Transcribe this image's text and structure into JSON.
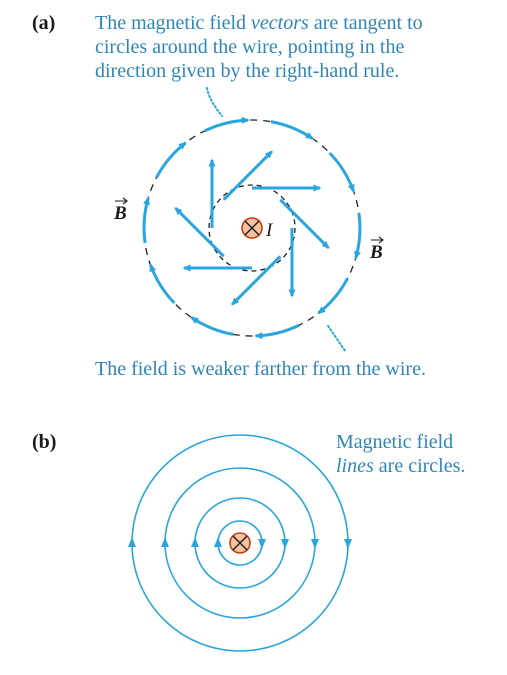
{
  "colors": {
    "accent": "#2aa5dd",
    "caption": "#2e86b8",
    "ink": "#1a1a1a",
    "wire_fill": "#f3c2a3",
    "wire_ring": "#c2410c",
    "dash": "#222222"
  },
  "panel_a": {
    "label": "(a)",
    "caption_lines": [
      {
        "parts": [
          {
            "t": "The magnetic field ",
            "i": false
          },
          {
            "t": "vectors",
            "i": true
          },
          {
            "t": " are tangent to",
            "i": false
          }
        ]
      },
      {
        "parts": [
          {
            "t": "circles around the wire, pointing in the",
            "i": false
          }
        ]
      },
      {
        "parts": [
          {
            "t": "direction given by the right-hand rule.",
            "i": false
          }
        ]
      }
    ],
    "bottom_caption": "The field is weaker farther from the wire.",
    "field_symbol": "B",
    "current_symbol": "I",
    "wire_icon": "current-into-page-icon",
    "inner_vector_count": 8,
    "outer_vector_count": 10
  },
  "panel_b": {
    "label": "(b)",
    "caption_lines": [
      {
        "parts": [
          {
            "t": "Magnetic field",
            "i": false
          }
        ]
      },
      {
        "parts": [
          {
            "t": "lines",
            "i": true
          },
          {
            "t": " are circles.",
            "i": false
          }
        ]
      }
    ],
    "field_line_count": 4,
    "wire_icon": "current-into-page-icon"
  }
}
